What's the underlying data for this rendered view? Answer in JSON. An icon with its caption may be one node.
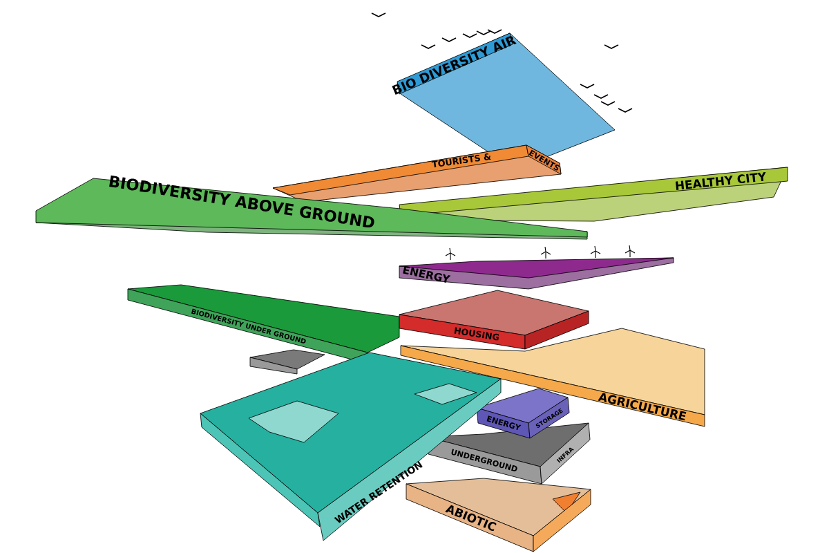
{
  "diagram": {
    "nodes": [
      {
        "text": [
          "BIO DIVERSITY AIR"
        ]
      },
      {
        "text": [
          "TOURISTS &",
          "EVENTS"
        ]
      },
      {
        "text": [
          "HEALTHY CITY"
        ]
      },
      {
        "text": [
          "BIODIVERSITY ABOVE GROUND"
        ]
      },
      {
        "text": [
          "ENERGY"
        ]
      },
      {
        "text": [
          "BIODIVERSITY UNDER GROUND"
        ]
      },
      {
        "text": [],
        "shape": "box"
      },
      {
        "text": [
          "HOUSING"
        ]
      },
      {
        "text": [
          "AGRICULTURE"
        ]
      },
      {
        "text": [
          "WATER RETENTION"
        ]
      },
      {
        "text": [
          "ENERGY",
          "STORAGE"
        ]
      },
      {
        "text": [
          "UNDERGROUND",
          "INFRA"
        ]
      },
      {
        "text": [
          "ABIOTIC"
        ]
      }
    ]
  }
}
